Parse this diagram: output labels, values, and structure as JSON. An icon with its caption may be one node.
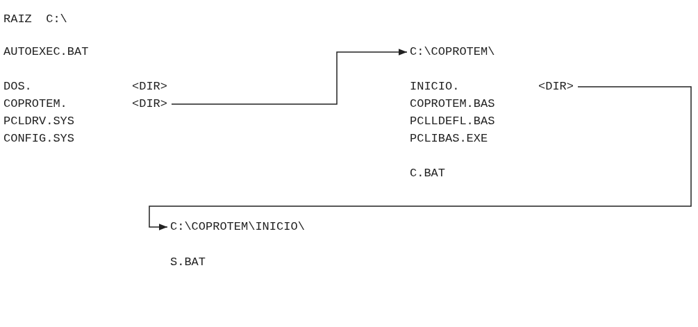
{
  "diagram": {
    "nodes": [
      {
        "text": [
          "COPROTEM.",
          "<DIR>"
        ]
      },
      {
        "text": [
          "C:\\COPROTEM\\"
        ]
      },
      {
        "text": [
          "INICIO.",
          "<DIR>"
        ]
      },
      {
        "text": [
          "C:\\COPROTEM\\INICIO\\"
        ]
      }
    ],
    "edges": [
      {
        "from": 0,
        "to": 1,
        "arrow": "to"
      },
      {
        "from": 2,
        "to": 3,
        "arrow": "to"
      }
    ],
    "labels": [
      "RAIZ  C:\\",
      "AUTOEXEC.BAT",
      "DOS.",
      "<DIR>",
      "PCLDRV.SYS",
      "CONFIG.SYS",
      "COPROTEM.BAS",
      "PCLLDEFL.BAS",
      "PCLIBAS.EXE",
      "C.BAT",
      "S.BAT"
    ]
  }
}
